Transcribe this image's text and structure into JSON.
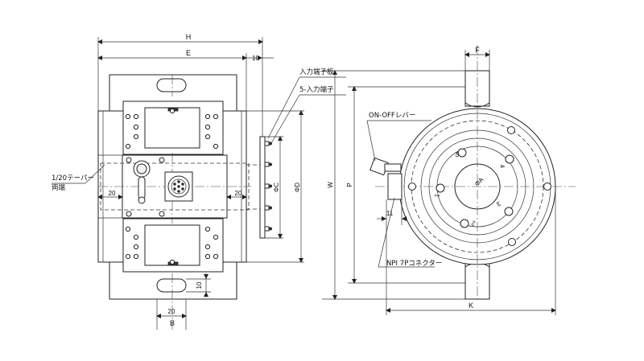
{
  "dimensions": {
    "H": "H",
    "E": "E",
    "ten_top": "10",
    "F": "F",
    "dia_C": "ΦC",
    "dia_D": "ΦD",
    "W": "W",
    "P": "P",
    "twenty_left": "20",
    "twenty_right": "20",
    "ten_bottom": "10",
    "twenty_bottom": "20",
    "B": "B",
    "eleven": "11",
    "K": "K",
    "phi_A": "ΦA"
  },
  "labels": {
    "input_terminal_board": "入力端子板",
    "five_input_terminal": "5-入力端子",
    "on_off_lever": "ON-OFFレバー",
    "taper_line1": "1/20テーパー",
    "taper_line2": "両端",
    "connector": "NPI 7Pコネクター"
  },
  "hole_numbers": [
    "1",
    "2",
    "3",
    "4",
    "5"
  ]
}
